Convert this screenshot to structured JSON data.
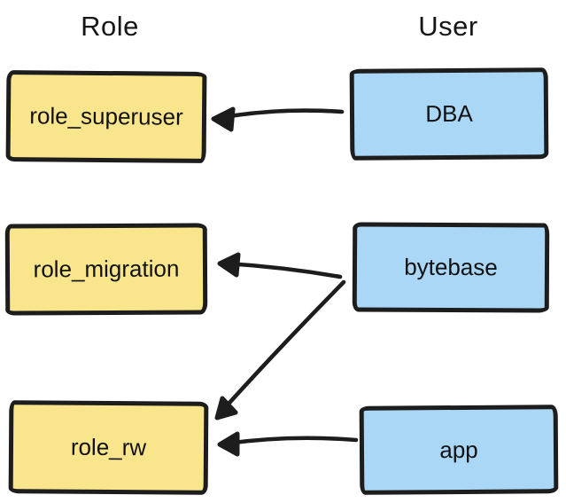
{
  "diagram": {
    "background_color": "#ffffff",
    "stroke_color": "#1d1d1d",
    "headers": {
      "role": {
        "label": "Role"
      },
      "user": {
        "label": "User"
      }
    },
    "roles": [
      {
        "id": "role_superuser",
        "label": "role_superuser",
        "fill": "#f9e58c"
      },
      {
        "id": "role_migration",
        "label": "role_migration",
        "fill": "#f9e58c"
      },
      {
        "id": "role_rw",
        "label": "role_rw",
        "fill": "#f9e58c"
      }
    ],
    "users": [
      {
        "id": "dba",
        "label": "DBA",
        "fill": "#a9d7f5"
      },
      {
        "id": "bytebase",
        "label": "bytebase",
        "fill": "#a9d7f5"
      },
      {
        "id": "app",
        "label": "app",
        "fill": "#a9d7f5"
      }
    ],
    "edges": [
      {
        "from": "DBA",
        "to": "role_superuser"
      },
      {
        "from": "bytebase",
        "to": "role_migration"
      },
      {
        "from": "bytebase",
        "to": "role_rw"
      },
      {
        "from": "app",
        "to": "role_rw"
      }
    ]
  }
}
